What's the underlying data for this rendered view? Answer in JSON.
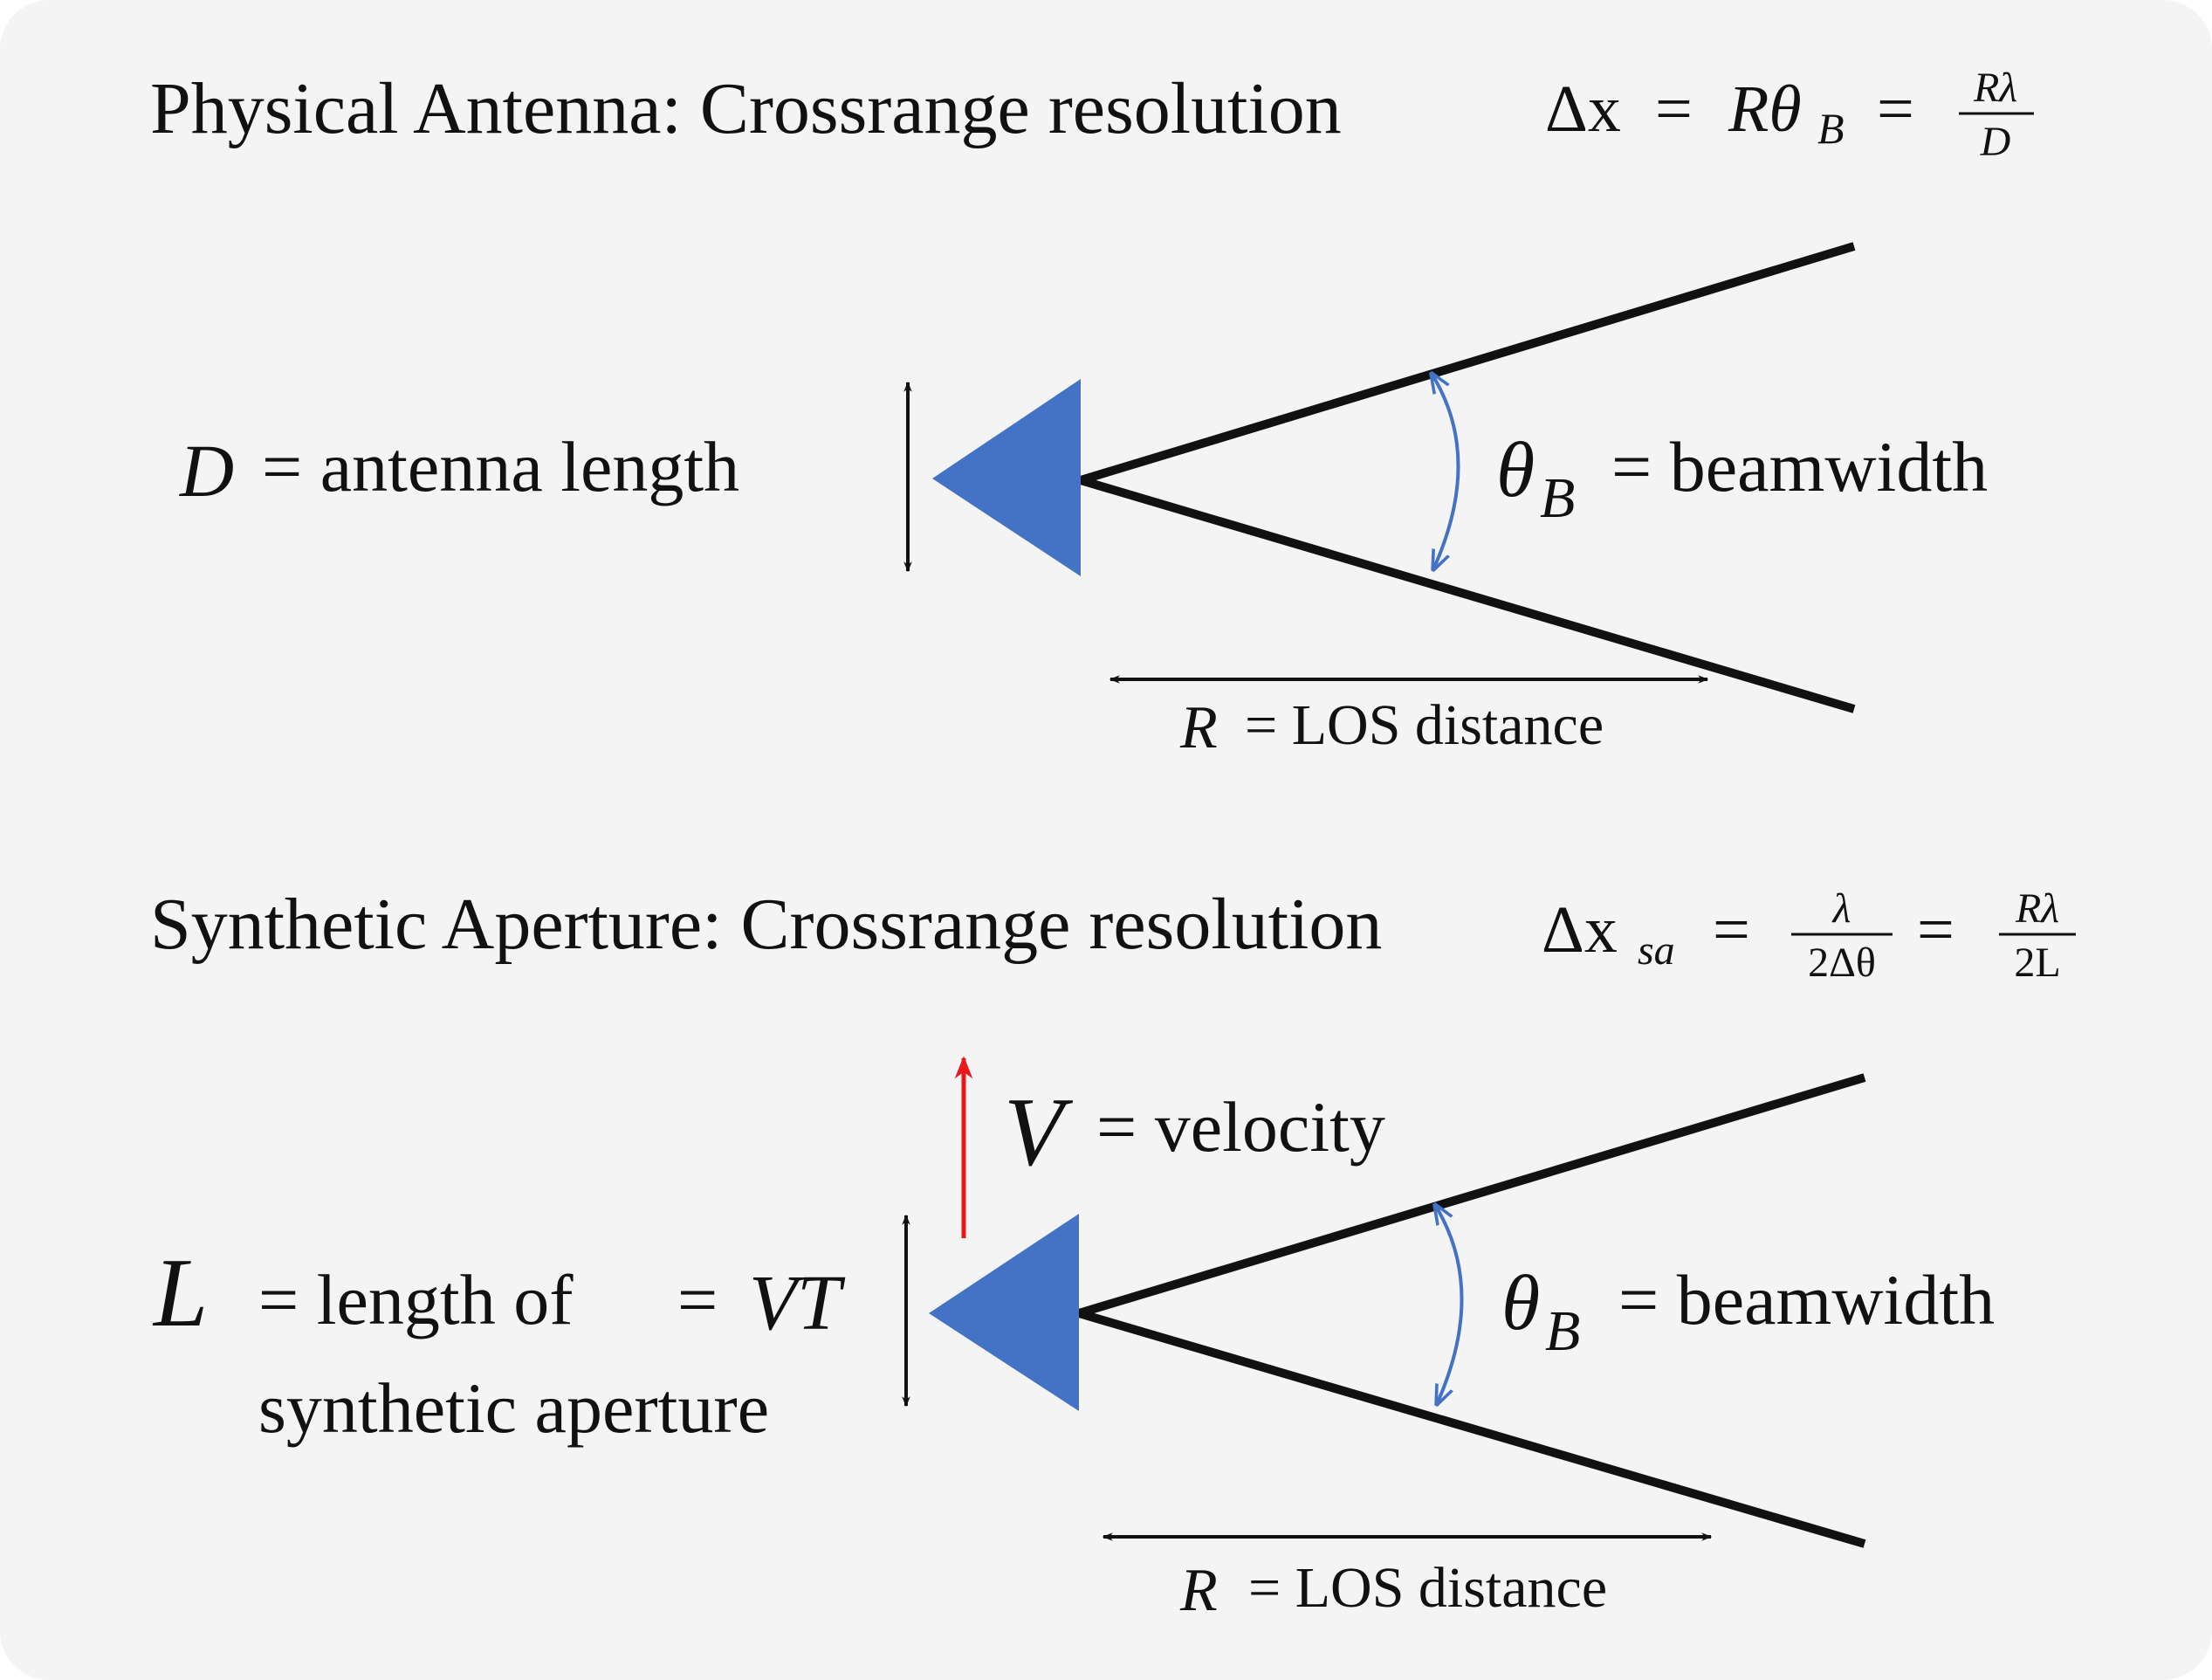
{
  "physical": {
    "title": "Physical Antenna: Crossrange resolution",
    "formula": {
      "lhs": "Δx",
      "eq1": "=",
      "mid_main": "Rθ",
      "mid_sub": "B",
      "eq2": "=",
      "frac_num": "Rλ",
      "frac_den": "D"
    },
    "antenna_symbol": "D",
    "antenna_text": "= antenna length",
    "beam_symbol": "θ",
    "beam_sub": "B",
    "beam_text": "= beamwidth",
    "range_symbol": "R",
    "range_text": "= LOS distance"
  },
  "synthetic": {
    "title": "Synthetic Aperture: Crossrange resolution",
    "formula": {
      "lhs_main": "Δx",
      "lhs_sub": "sa",
      "eq1": "=",
      "frac1_num": "λ",
      "frac1_den": "2Δθ",
      "eq2": "=",
      "frac2_num": "Rλ",
      "frac2_den": "2L"
    },
    "velocity_symbol": "V",
    "velocity_text": "= velocity",
    "length_symbol": "L",
    "length_text_line1": "= length of",
    "length_text_line2": "synthetic aperture",
    "vt_eq": "=",
    "vt_symbol": "VT",
    "beam_symbol": "θ",
    "beam_sub": "B",
    "beam_text": "= beamwidth",
    "range_symbol": "R",
    "range_text": "= LOS distance"
  },
  "colors": {
    "antenna": "#4472c4",
    "beam_arc": "#4472c4",
    "velocity_arrow": "#e8171b",
    "lines": "#111111",
    "background": "#f4f4f4"
  }
}
